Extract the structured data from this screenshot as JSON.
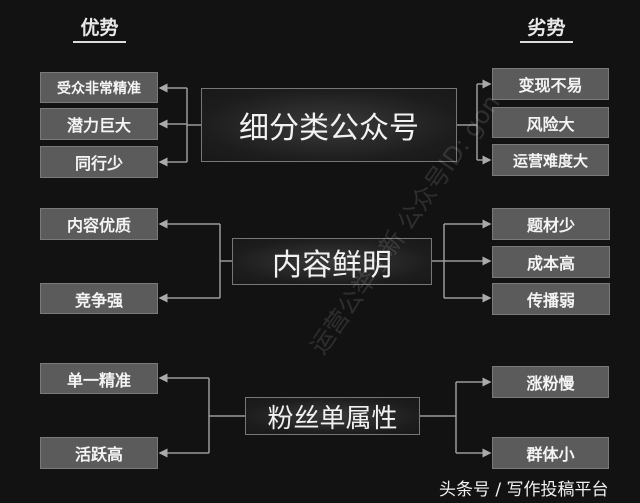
{
  "headings": {
    "advantages": "优势",
    "disadvantages": "劣势"
  },
  "sections": [
    {
      "center": "细分类公众号",
      "advantages": [
        "受众非常精准",
        "潜力巨大",
        "同行少"
      ],
      "disadvantages": [
        "变现不易",
        "风险大",
        "运营难度大"
      ]
    },
    {
      "center": "内容鲜明",
      "advantages": [
        "内容优质",
        "竞争强"
      ],
      "disadvantages": [
        "题材少",
        "成本高",
        "传播弱"
      ]
    },
    {
      "center": "粉丝单属性",
      "advantages": [
        "单一精准",
        "活跃高"
      ],
      "disadvantages": [
        "涨粉慢",
        "群体小"
      ]
    }
  ],
  "footer": "头条号 / 写作投稿平台",
  "watermark": "运营公举小新 公众号ID: gon",
  "colors": {
    "background": "#121212",
    "box": "#5b5b5b",
    "line": "#9a9a9a"
  }
}
